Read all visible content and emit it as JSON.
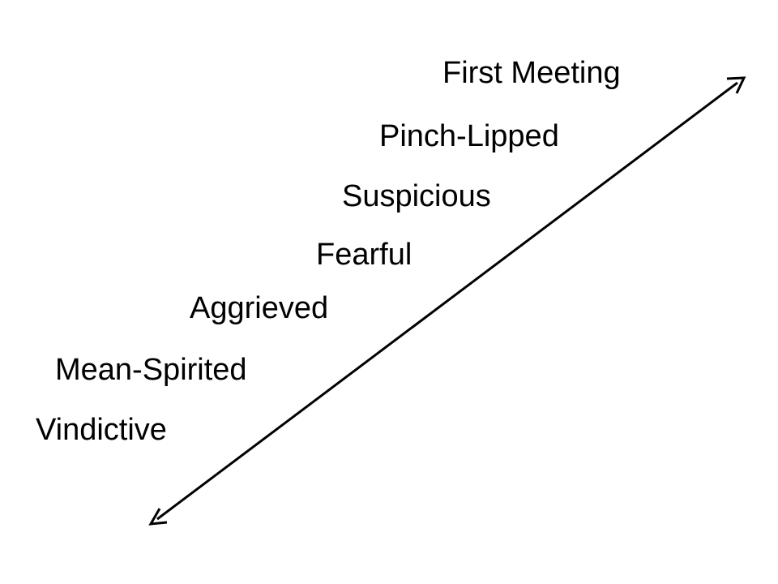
{
  "diagram": {
    "labels": [
      "First Meeting",
      "Pinch-Lipped",
      "Suspicious",
      "Fearful",
      "Aggrieved",
      "Mean-Spirited",
      "Vindictive"
    ],
    "line_color": "#000000",
    "text_color": "#000000",
    "background": "#ffffff"
  }
}
